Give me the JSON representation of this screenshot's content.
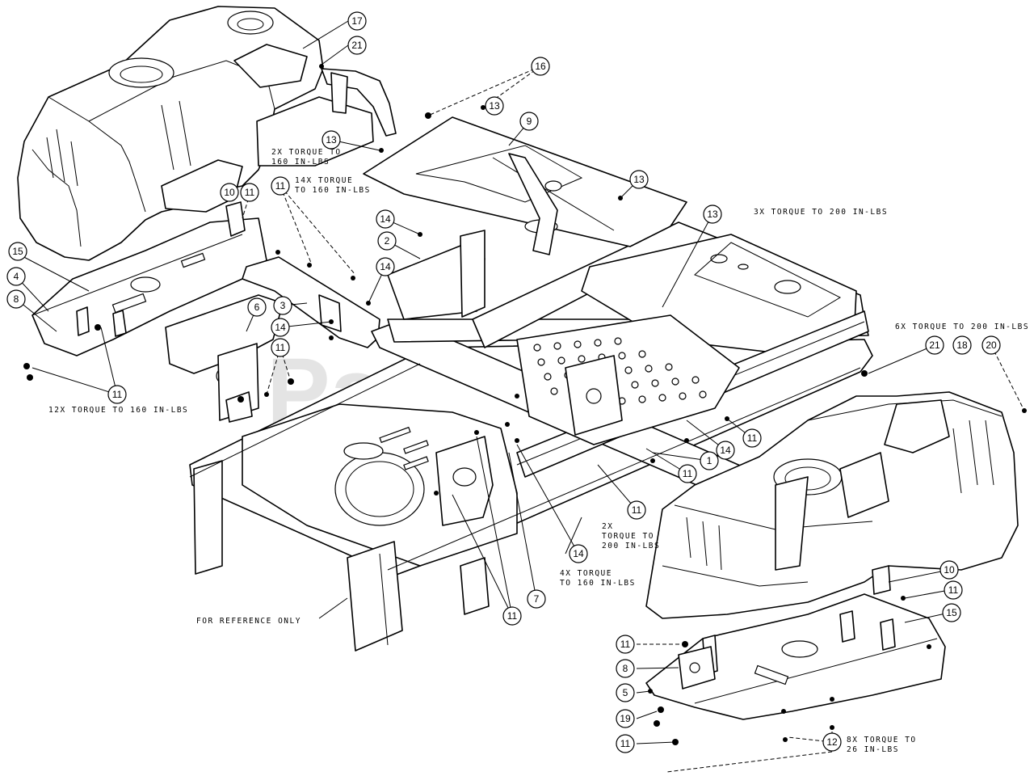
{
  "watermark": {
    "text": "PartsTree",
    "mark": "™"
  },
  "callouts": [
    {
      "label": "17"
    },
    {
      "label": "21"
    },
    {
      "label": "16"
    },
    {
      "label": "13"
    },
    {
      "label": "9"
    },
    {
      "label": "13"
    },
    {
      "label": "13"
    },
    {
      "label": "11"
    },
    {
      "label": "10"
    },
    {
      "label": "11"
    },
    {
      "label": "13"
    },
    {
      "label": "14"
    },
    {
      "label": "2"
    },
    {
      "label": "14"
    },
    {
      "label": "15"
    },
    {
      "label": "4"
    },
    {
      "label": "8"
    },
    {
      "label": "6"
    },
    {
      "label": "3"
    },
    {
      "label": "14"
    },
    {
      "label": "11"
    },
    {
      "label": "11"
    },
    {
      "label": "21"
    },
    {
      "label": "18"
    },
    {
      "label": "20"
    },
    {
      "label": "11"
    },
    {
      "label": "14"
    },
    {
      "label": "1"
    },
    {
      "label": "11"
    },
    {
      "label": "11"
    },
    {
      "label": "14"
    },
    {
      "label": "7"
    },
    {
      "label": "11"
    },
    {
      "label": "10"
    },
    {
      "label": "11"
    },
    {
      "label": "15"
    },
    {
      "label": "11"
    },
    {
      "label": "8"
    },
    {
      "label": "5"
    },
    {
      "label": "19"
    },
    {
      "label": "11"
    },
    {
      "label": "12"
    }
  ],
  "notes": {
    "n1": [
      "2X  TORQUE TO",
      "160 IN-LBS"
    ],
    "n2": [
      "14X  TORQUE",
      "TO 160 IN-LBS"
    ],
    "n3": [
      "3X  TORQUE TO 200 IN-LBS"
    ],
    "n4": [
      "6X  TORQUE TO 200 IN-LBS"
    ],
    "n5": [
      "12X  TORQUE TO 160 IN-LBS"
    ],
    "n6": [
      "2X",
      "TORQUE TO",
      "200 IN-LBS"
    ],
    "n7": [
      "4X  TORQUE",
      "TO 160 IN-LBS"
    ],
    "n8": [
      "FOR REFERENCE ONLY"
    ],
    "n9": [
      "8X  TORQUE TO",
      "26 IN-LBS"
    ]
  }
}
